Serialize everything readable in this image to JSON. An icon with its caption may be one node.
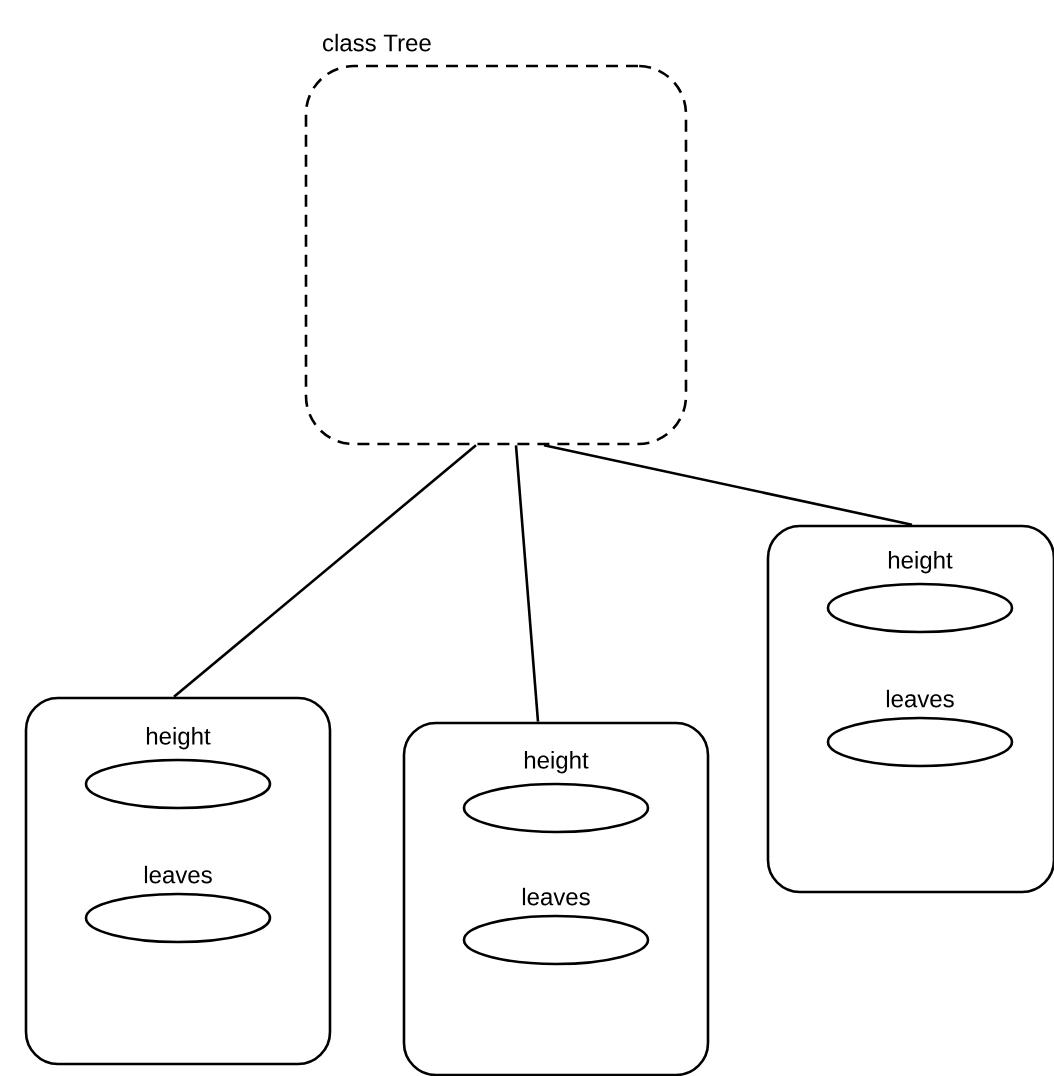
{
  "diagram": {
    "nodes": [
      {
        "text": [
          "class Tree"
        ]
      },
      {
        "text": [],
        "shape": "box"
      },
      {
        "text": [
          "height"
        ],
        "in": 1
      },
      {
        "text": [
          "leaves"
        ],
        "in": 1
      },
      {
        "text": [],
        "shape": "box"
      },
      {
        "text": [
          "height"
        ],
        "in": 4
      },
      {
        "text": [
          "leaves"
        ],
        "in": 4
      },
      {
        "text": [],
        "shape": "box"
      },
      {
        "text": [
          "height"
        ],
        "in": 7
      },
      {
        "text": [
          "leaves"
        ],
        "in": 7
      }
    ],
    "edges": [
      {
        "from": 0,
        "to": 1,
        "arrow": "none"
      },
      {
        "from": 0,
        "to": 4,
        "arrow": "none"
      },
      {
        "from": 0,
        "to": 7,
        "arrow": "none"
      }
    ]
  }
}
